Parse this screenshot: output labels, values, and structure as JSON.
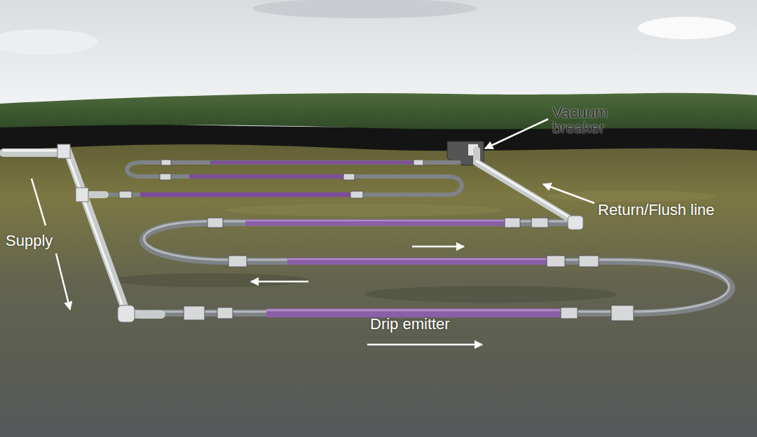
{
  "diagram": {
    "labels": [
      "Vacuum breaker",
      "Return/Flush line",
      "Supply",
      "Drip emitter"
    ]
  }
}
